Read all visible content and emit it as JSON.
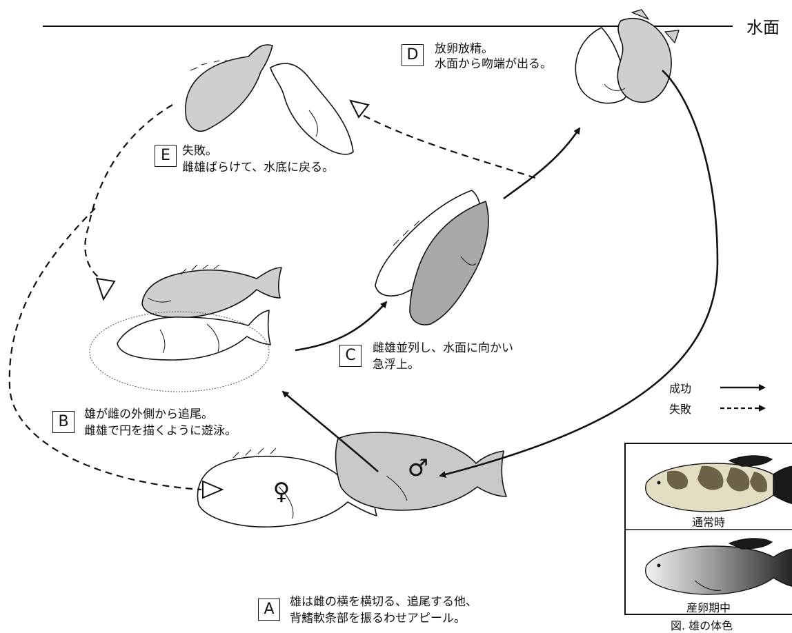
{
  "surface_label": "水面",
  "stages": {
    "A": {
      "letter": "A",
      "line1": "雄は雌の横を横切る、追尾する他、",
      "line2": "背鰭軟条部を振るわせアピール。"
    },
    "B": {
      "letter": "B",
      "line1": "雄が雌の外側から追尾。",
      "line2": "雌雄で円を描くように遊泳。"
    },
    "C": {
      "letter": "C",
      "line1": "雌雄並列し、水面に向かい",
      "line2": "急浮上。"
    },
    "D": {
      "letter": "D",
      "line1": "放卵放精。",
      "line2": "水面から吻端が出る。"
    },
    "E": {
      "letter": "E",
      "line1": "失敗。",
      "line2": "雌雄ばらけて、水底に戻る。"
    }
  },
  "symbols": {
    "female": "♀",
    "male": "♂"
  },
  "legend": {
    "success": "成功",
    "failure": "失敗"
  },
  "inset": {
    "normal_label": "通常時",
    "spawning_label": "産卵期中",
    "caption": "図. 雄の体色"
  },
  "colors": {
    "female_fish": "#ffffff",
    "male_fish": "#cfcfcf",
    "outline": "#111111"
  }
}
